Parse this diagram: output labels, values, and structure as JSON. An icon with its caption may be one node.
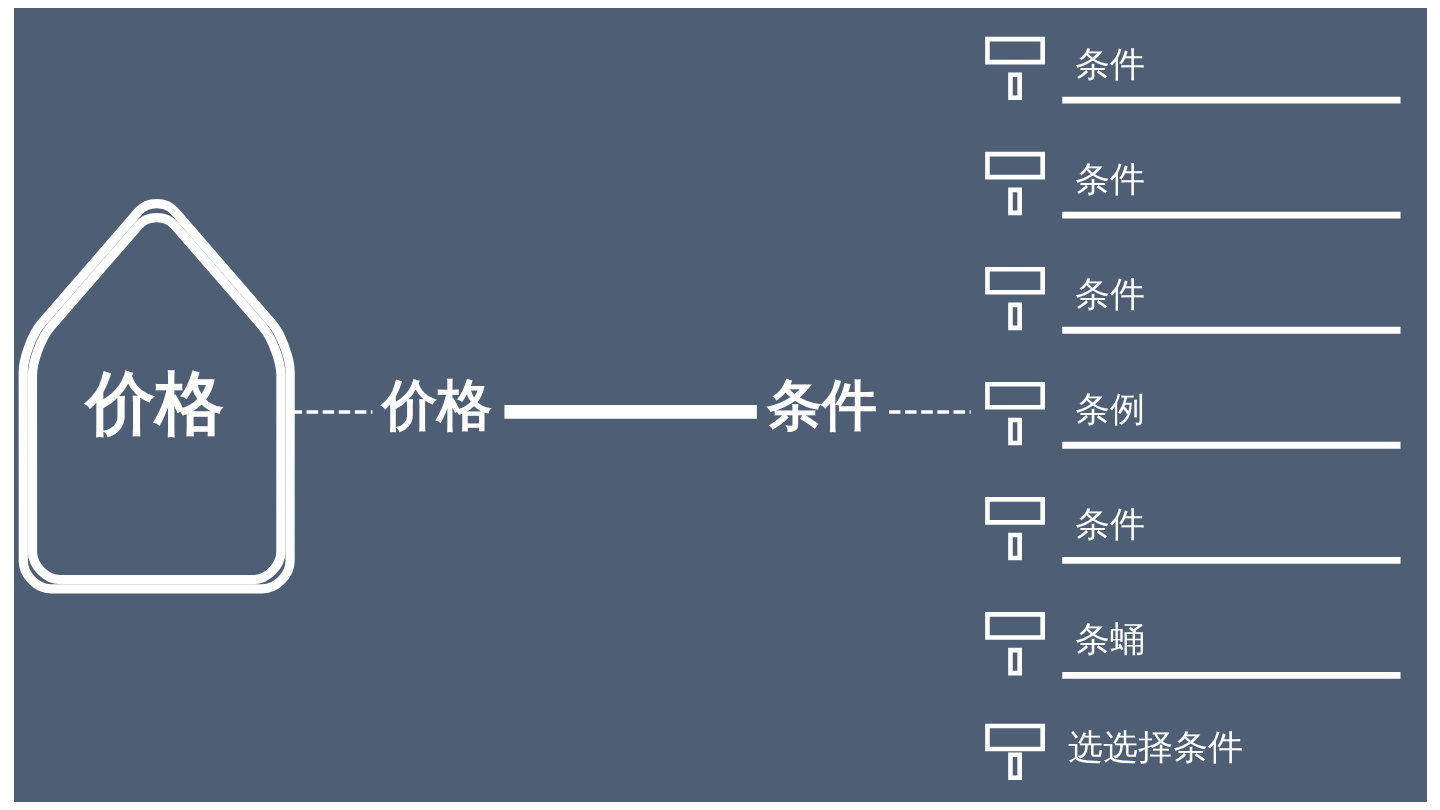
{
  "diagram": {
    "nodes": [
      {
        "text": [
          "价格"
        ]
      },
      {
        "text": [
          "价格"
        ]
      },
      {
        "text": [
          "条件"
        ]
      },
      {
        "text": [
          "条件"
        ]
      },
      {
        "text": [
          "条件"
        ]
      },
      {
        "text": [
          "条件"
        ]
      },
      {
        "text": [
          "条例"
        ]
      },
      {
        "text": [
          "条件"
        ]
      },
      {
        "text": [
          "条蛹"
        ]
      },
      {
        "text": [
          "选选择条件"
        ]
      }
    ],
    "edges": [
      {
        "from": 0,
        "to": 1,
        "arrow": "none",
        "style": "dashed"
      },
      {
        "from": 1,
        "to": 2,
        "arrow": "none",
        "style": "thick"
      },
      {
        "from": 2,
        "to": 6,
        "arrow": "none",
        "style": "dashed"
      }
    ]
  }
}
